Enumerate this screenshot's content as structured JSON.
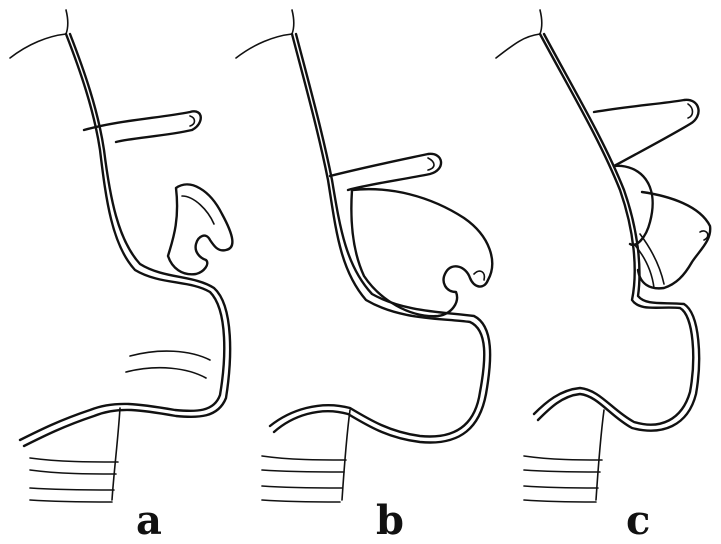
{
  "figure": {
    "panels": [
      {
        "id": "a",
        "label": "a"
      },
      {
        "id": "b",
        "label": "b"
      },
      {
        "id": "c",
        "label": "c"
      }
    ],
    "colors": {
      "ink": "#111111",
      "background": "#ffffff"
    }
  }
}
